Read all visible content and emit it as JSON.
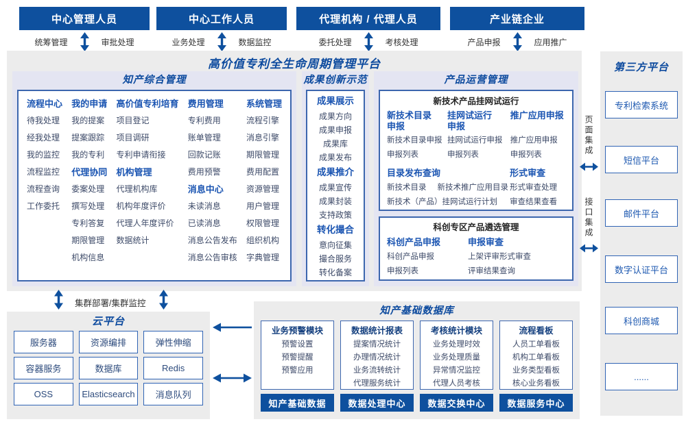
{
  "colors": {
    "navy": "#0e509e",
    "title_blue": "#0c4a9e",
    "header_blue": "#1b55b2",
    "item_text": "#3d4a68",
    "box_border": "#3c66ae",
    "lavender_bg": "#e4e5f2",
    "panel_gray": "#ececec",
    "dark_text": "#333333"
  },
  "actors": [
    {
      "title": "中心管理人员",
      "labels": [
        "统筹管理",
        "审批处理"
      ]
    },
    {
      "title": "中心工作人员",
      "labels": [
        "业务处理",
        "数据监控"
      ]
    },
    {
      "title": "代理机构 / 代理人员",
      "labels": [
        "委托处理",
        "考核处理"
      ]
    },
    {
      "title": "产业链企业",
      "labels": [
        "产品申报",
        "应用推广"
      ]
    }
  ],
  "platform": {
    "title": "高价值专利全生命周期管理平台"
  },
  "ip_mgmt": {
    "title": "知产综合管理",
    "columns": [
      {
        "groups": [
          {
            "header": "流程中心",
            "items": [
              "待我处理",
              "经我处理",
              "我的监控",
              "流程监控",
              "流程查询",
              "工作委托"
            ]
          }
        ]
      },
      {
        "groups": [
          {
            "header": "我的申请",
            "items": [
              "我的提案",
              "提案跟踪",
              "我的专利"
            ]
          },
          {
            "header": "代理协同",
            "items": [
              "委案处理",
              "撰写处理",
              "专利答复",
              "期限管理",
              "机构信息"
            ]
          }
        ]
      },
      {
        "groups": [
          {
            "header": "高价值专利培育",
            "items": [
              "项目登记",
              "项目调研",
              "专利申请衔接"
            ]
          },
          {
            "header": "机构管理",
            "items": [
              "代理机构库",
              "机构年度评价",
              "代理人年度评价",
              "数据统计"
            ]
          }
        ]
      },
      {
        "groups": [
          {
            "header": "费用管理",
            "items": [
              "专利费用",
              "账单管理",
              "回款记账",
              "费用预警"
            ]
          },
          {
            "header": "消息中心",
            "items": [
              "未读消息",
              "已读消息",
              "消息公告发布",
              "消息公告审核"
            ]
          }
        ]
      },
      {
        "groups": [
          {
            "header": "系统管理",
            "items": [
              "流程引擎",
              "消息引擎",
              "期限管理",
              "费用配置",
              "资源管理",
              "用户管理",
              "权限管理",
              "组织机构",
              "字典管理"
            ]
          }
        ]
      }
    ]
  },
  "achievements": {
    "title": "成果创新示范",
    "groups": [
      {
        "header": "成果展示",
        "items": [
          "成果方向",
          "成果申报",
          "成果库",
          "成果发布"
        ]
      },
      {
        "header": "成果推介",
        "items": [
          "成果宣传",
          "成果封装",
          "支持政策"
        ]
      },
      {
        "header": "转化撮合",
        "items": [
          "意向征集",
          "撮合服务",
          "转化备案"
        ]
      }
    ]
  },
  "product_ops": {
    "title": "产品运营管理",
    "trial": {
      "title": "新技术产品挂网试运行",
      "columns": [
        {
          "header": "新技术目录\n申报",
          "items": [
            "新技术目录申报",
            "申报列表"
          ]
        },
        {
          "header": "挂网试运行\n申报",
          "items": [
            "挂网试运行申报",
            "申报列表"
          ]
        },
        {
          "header": "推广应用申报",
          "items": [
            "推广应用申报",
            "申报列表"
          ]
        }
      ],
      "catalog": {
        "header": "目录发布查询",
        "row1": [
          "新技术目录",
          "新技术推广应用目录"
        ],
        "row2": "新技术（产品）挂网试运行计划"
      },
      "formal": {
        "header": "形式审查",
        "items": [
          "形式审查处理",
          "审查结果查看"
        ]
      }
    },
    "selection": {
      "title": "科创专区产品遴选管理",
      "columns": [
        {
          "header": "科创产品申报",
          "items": [
            "科创产品申报",
            "申报列表"
          ]
        },
        {
          "header": "申报审查",
          "items": [
            "上架评审形式审查",
            "评审结果查询"
          ]
        }
      ]
    }
  },
  "cluster_label": "集群部署/集群监控",
  "cloud": {
    "title": "云平台",
    "items": [
      "服务器",
      "资源编排",
      "弹性伸缩",
      "容器服务",
      "数据库",
      "Redis",
      "OSS",
      "Elasticsearch",
      "消息队列"
    ]
  },
  "database": {
    "title": "知产基础数据库",
    "columns": [
      {
        "header": "业务预警模块",
        "items": [
          "预警设置",
          "预警提醒",
          "预警应用"
        ],
        "footer": "知产基础数据"
      },
      {
        "header": "数据统计报表",
        "items": [
          "提案情况统计",
          "办理情况统计",
          "业务流转统计",
          "代理服务统计"
        ],
        "footer": "数据处理中心"
      },
      {
        "header": "考核统计模块",
        "items": [
          "业务处理时效",
          "业务处理质量",
          "异常情况监控",
          "代理人员考核"
        ],
        "footer": "数据交换中心"
      },
      {
        "header": "流程看板",
        "items": [
          "人员工单看板",
          "机构工单看板",
          "业务类型看板",
          "核心业务看板"
        ],
        "footer": "数据服务中心"
      }
    ]
  },
  "third_party": {
    "title": "第三方平台",
    "items": [
      "专利检索系统",
      "短信平台",
      "邮件平台",
      "数字认证平台",
      "科创商城",
      "......"
    ]
  },
  "integration": {
    "page": "页面集成",
    "api": "接口集成"
  }
}
